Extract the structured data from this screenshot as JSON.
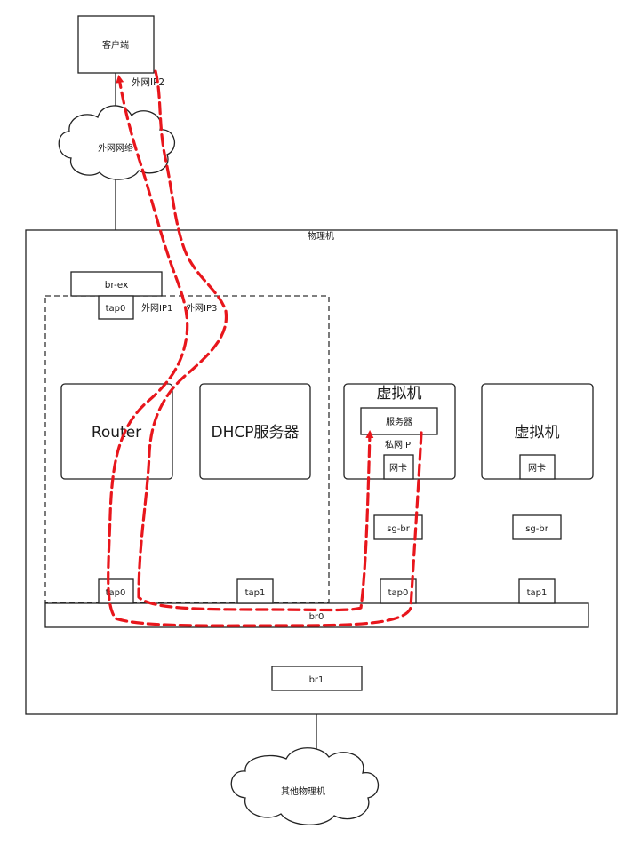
{
  "nodes": {
    "client": "客户端",
    "internet": "外网网络",
    "physical_host": "物理机",
    "br_ex": "br-ex",
    "router_tap0_top": "tap0",
    "router": "Router",
    "dhcp": "DHCP服务器",
    "vm1": "虚拟机",
    "vm1_server": "服务器",
    "vm1_nic": "网卡",
    "vm1_sgbr": "sg-br",
    "vm1_tap": "tap0",
    "vm2": "虚拟机",
    "vm2_nic": "网卡",
    "vm2_sgbr": "sg-br",
    "vm2_tap": "tap1",
    "router_tap0_bottom": "tap0",
    "dhcp_tap": "tap1",
    "br0": "br0",
    "br1": "br1",
    "other_hosts": "其他物理机"
  },
  "labels": {
    "ext_ip2": "外网IP2",
    "ext_ip1": "外网IP1",
    "ext_ip3": "外网IP3",
    "private_ip": "私网IP"
  },
  "colors": {
    "flow": "#e8161c",
    "stroke": "#222222"
  }
}
